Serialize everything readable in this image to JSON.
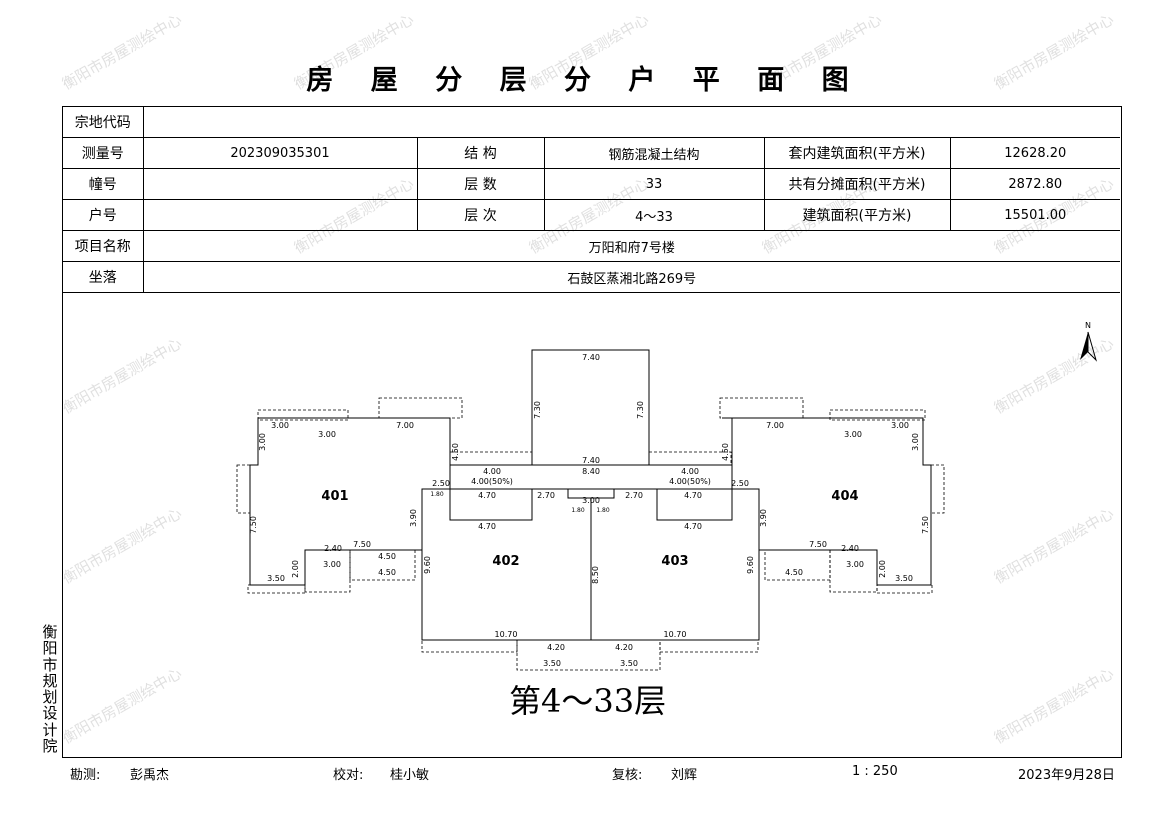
{
  "title": "房 屋 分 层 分 户 平 面 图",
  "watermark": "衡阳市房屋测绘中心",
  "info": {
    "zongdi_label": "宗地代码",
    "zongdi_value": "",
    "survey_label": "测量号",
    "survey_value": "202309035301",
    "struct_label": "结  构",
    "struct_value": "钢筋混凝土结构",
    "inner_area_label": "套内建筑面积(平方米)",
    "inner_area_value": "12628.20",
    "building_label": "幢号",
    "building_value": "",
    "floors_label": "层  数",
    "floors_value": "33",
    "shared_area_label": "共有分摊面积(平方米)",
    "shared_area_value": "2872.80",
    "unit_label": "户号",
    "unit_value": "",
    "level_label": "层  次",
    "level_value": "4～33",
    "total_area_label": "建筑面积(平方米)",
    "total_area_value": "15501.00",
    "project_label": "项目名称",
    "project_value": "万阳和府7号楼",
    "location_label": "坐落",
    "location_value": "石鼓区蒸湘北路269号"
  },
  "plan": {
    "north": "N",
    "units": [
      "401",
      "402",
      "403",
      "404"
    ],
    "floor_label": "第4～33层",
    "dims": {
      "core_top": "7.40",
      "core_side": "7.30",
      "core_bottom": "7.40",
      "hall": "8.40",
      "shared_a": "4.00",
      "shared_b": "4.00(50%)",
      "w700": "7.00",
      "w300": "3.00",
      "w450": "4.50",
      "w250": "2.50",
      "w180": "1.80",
      "w470": "4.70",
      "w270": "2.70",
      "w390": "3.90",
      "w960": "9.60",
      "w850": "8.50",
      "w1070": "10.70",
      "w420": "4.20",
      "w350": "3.50",
      "w750": "7.50",
      "w240": "2.40",
      "w200": "2.00"
    }
  },
  "side_text": [
    "衡",
    "阳",
    "市",
    "规",
    "划",
    "设",
    "计",
    "院"
  ],
  "footer": {
    "surveyor_label": "勘测:",
    "surveyor": "彭禹杰",
    "checker_label": "校对:",
    "checker": "桂小敏",
    "reviewer_label": "复核:",
    "reviewer": "刘辉",
    "scale": "1 : 250",
    "date": "2023年9月28日"
  }
}
